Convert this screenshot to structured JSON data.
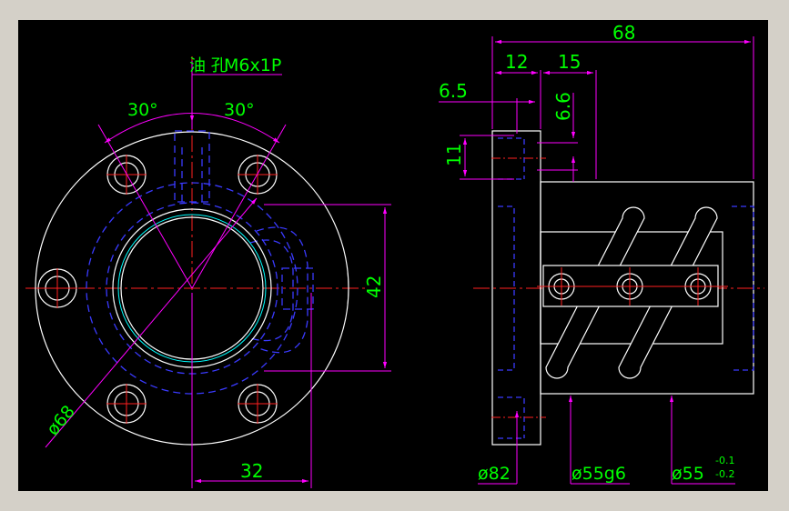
{
  "drawing": {
    "background": "#000000",
    "colors": {
      "outline": "#ffffff",
      "hidden": "#3a3aff",
      "center": "#ff2020",
      "dimension": "#ff00ff",
      "text": "#00ff00",
      "cyan": "#00ffff"
    },
    "front_view": {
      "oil_hole_label_cn": "油 孔",
      "oil_hole_thread": "M6x1P",
      "angle_left": "30°",
      "angle_right": "30°",
      "pcd_dim": "ø68",
      "height_dim": "42",
      "width_dim": "32"
    },
    "side_view": {
      "overall_length": "68",
      "flange_thickness": "12",
      "step_length": "15",
      "offset": "6.5",
      "hole_depth": "6.6",
      "hole_width": "11",
      "flange_dia": "ø82",
      "body_dia": "ø55g6",
      "nut_dia": "ø55",
      "tol_upper": "-0.1",
      "tol_lower": "-0.2"
    }
  }
}
